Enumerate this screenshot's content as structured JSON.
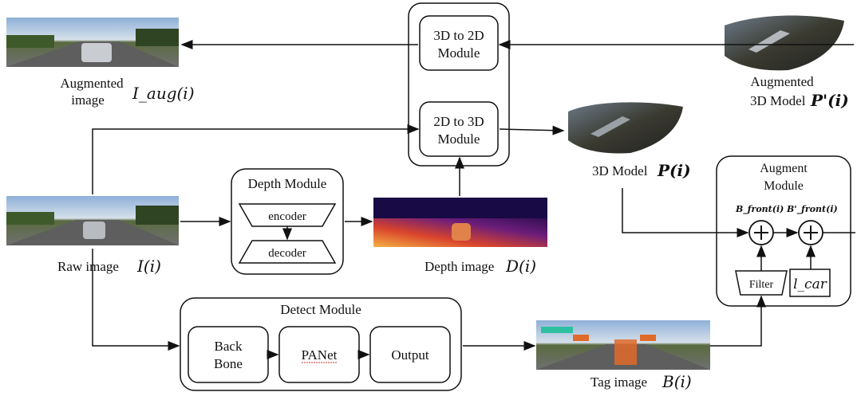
{
  "diagram": {
    "labels": {
      "augmented_image_line1": "Augmented",
      "augmented_image_line2": "image",
      "augmented_image_symbol": "I_aug(i)",
      "module_3d_to_2d_line1": "3D to 2D",
      "module_3d_to_2d_line2": "Module",
      "module_2d_to_3d_line1": "2D to 3D",
      "module_2d_to_3d_line2": "Module",
      "augmented_3d_line1": "Augmented",
      "augmented_3d_line2": "3D Model",
      "augmented_3d_symbol": "P'(i)",
      "model_3d_text": "3D Model",
      "model_3d_symbol": "P(i)",
      "depth_module_title": "Depth Module",
      "encoder": "encoder",
      "decoder": "decoder",
      "raw_image_text": "Raw image",
      "raw_image_symbol": "I(i)",
      "depth_image_text": "Depth image",
      "depth_image_symbol": "D(i)",
      "augment_module_line1": "Augment",
      "augment_module_line2": "Module",
      "b_front": "B_front(i)",
      "b_front_prime": "B'_front(i)",
      "filter": "Filter",
      "l_car": "l_car",
      "detect_module_title": "Detect Module",
      "backbone_line1": "Back",
      "backbone_line2": "Bone",
      "panet": "PANet",
      "output": "Output",
      "tag_image_text": "Tag image",
      "tag_image_symbol": "B(i)"
    },
    "colors": {
      "stroke": "#111111",
      "depth_near": "#f0c050",
      "depth_far": "#1a0a40"
    }
  }
}
